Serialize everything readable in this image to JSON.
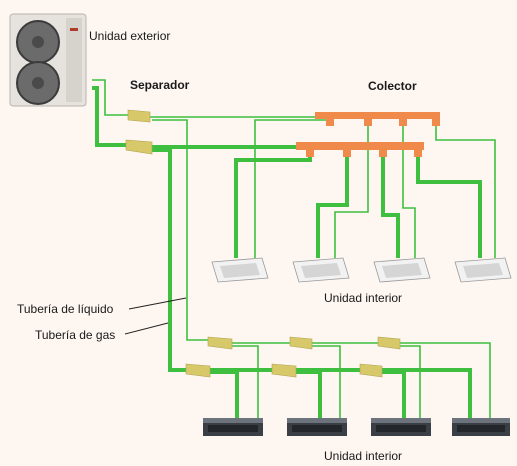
{
  "labels": {
    "outdoor_unit": "Unidad exterior",
    "separator": "Separador",
    "collector": "Colector",
    "indoor_unit_top": "Unidad interior",
    "indoor_unit_bottom": "Unidad interior",
    "liquid_pipe": "Tubería de líquido",
    "gas_pipe": "Tubería de gas"
  },
  "colors": {
    "background": "#fdf6f1",
    "pipe_green": "#3fbf3f",
    "collector_orange": "#f08a4b",
    "separator_yellow": "#d7c86a",
    "unit_grey": "#d9d9d9"
  }
}
